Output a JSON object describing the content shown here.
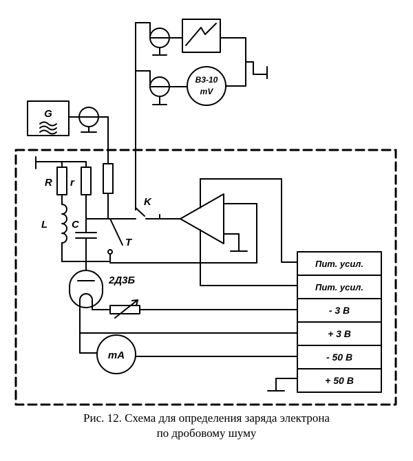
{
  "labels": {
    "generator": "G",
    "voltmeter_line1": "B3-10",
    "voltmeter_line2": "mV",
    "resistor_R": "R",
    "resistor_r": "r",
    "inductor": "L",
    "capacitor": "C",
    "switch_K": "K",
    "switch_T": "T",
    "diode": "2Д3Б",
    "milliammeter": "mA"
  },
  "terminals": [
    "Пит. усил.",
    "Пит. усил.",
    "- 3 B",
    "+ 3 B",
    "- 50 B",
    "+ 50 B"
  ],
  "caption": {
    "line1": "Рис. 12. Схема для определения заряда электрона",
    "line2": "по дробовому шуму"
  }
}
